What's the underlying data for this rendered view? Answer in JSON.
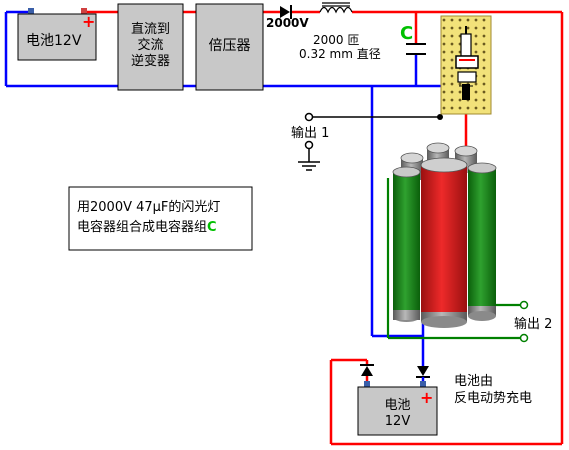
{
  "blocks": {
    "battery_top": "电池12V",
    "inverter": [
      "直流到",
      "交流",
      "逆变器"
    ],
    "multiplier": "倍压器",
    "battery_bottom": [
      "电池",
      "12V"
    ]
  },
  "labels": {
    "voltage_2000": "2000V",
    "coil_turns": "2000 匝",
    "coil_wire": "0.32 mm 直径",
    "cap_c_top": "C",
    "output1": "输出 1",
    "output2": "输出 2",
    "charge_note": [
      "电池由",
      "反电动势充电"
    ],
    "plus_top": "+",
    "plus_bottom": "+"
  },
  "note": {
    "line1": "用2000V   47μF的闪光灯",
    "line2_text": "电容器组合成电容器组",
    "line2_c": "C"
  },
  "colors": {
    "wire_red": "#ff0000",
    "wire_blue": "#0000ff",
    "wire_green": "#008000",
    "box_gray": "#c8c8c8",
    "cap_green": "#1f8a1f",
    "cap_red": "#e02020",
    "c_green": "#00c000",
    "board_yellow": "#f2e27a"
  }
}
